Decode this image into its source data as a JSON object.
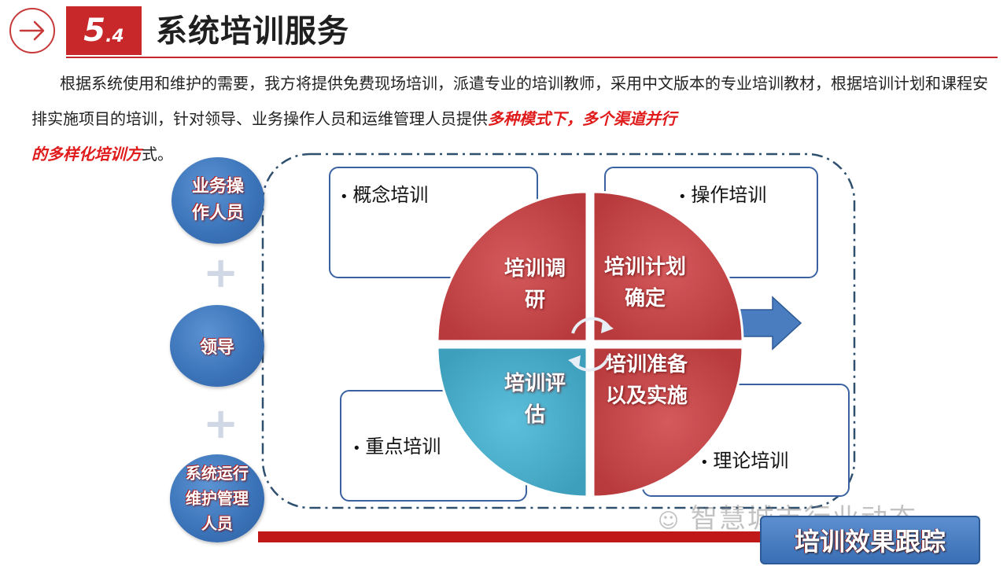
{
  "header": {
    "section_number": "5",
    "section_sub": ".4",
    "title": "系统培训服务"
  },
  "intro": {
    "part1": "根据系统使用和维护的需要，我方将提供免费现场培训，派遣专业的培训教师，采用中文版本的专业培训教材，根据培训计划和课程安排实施项目的培训，针对领导、业务操作人员和运维管理人员提供",
    "highlight1": "多种模式下，多个渠道并行",
    "highlight2": "的多样化培训方",
    "part2": "式。"
  },
  "roles": {
    "business": "业务操作人员",
    "leader": "领导",
    "ops": "系统运行维护管理人员"
  },
  "boxes": {
    "concept": "概念培训",
    "operation": "操作培训",
    "key": "重点培训",
    "theory": "理论培训"
  },
  "pie": {
    "q1": "培训调研",
    "q2": "培训计划确定",
    "q3": "培训准备以及实施",
    "q4": "培训评估"
  },
  "bottom": {
    "effect": "培训效果跟踪",
    "watermark": "智慧城市行业动态"
  },
  "colors": {
    "accent_red": "#c8282a",
    "pie_red": "#c0474a",
    "pie_blue": "#4bacc6",
    "bubble_blue": "#3a72b8"
  }
}
